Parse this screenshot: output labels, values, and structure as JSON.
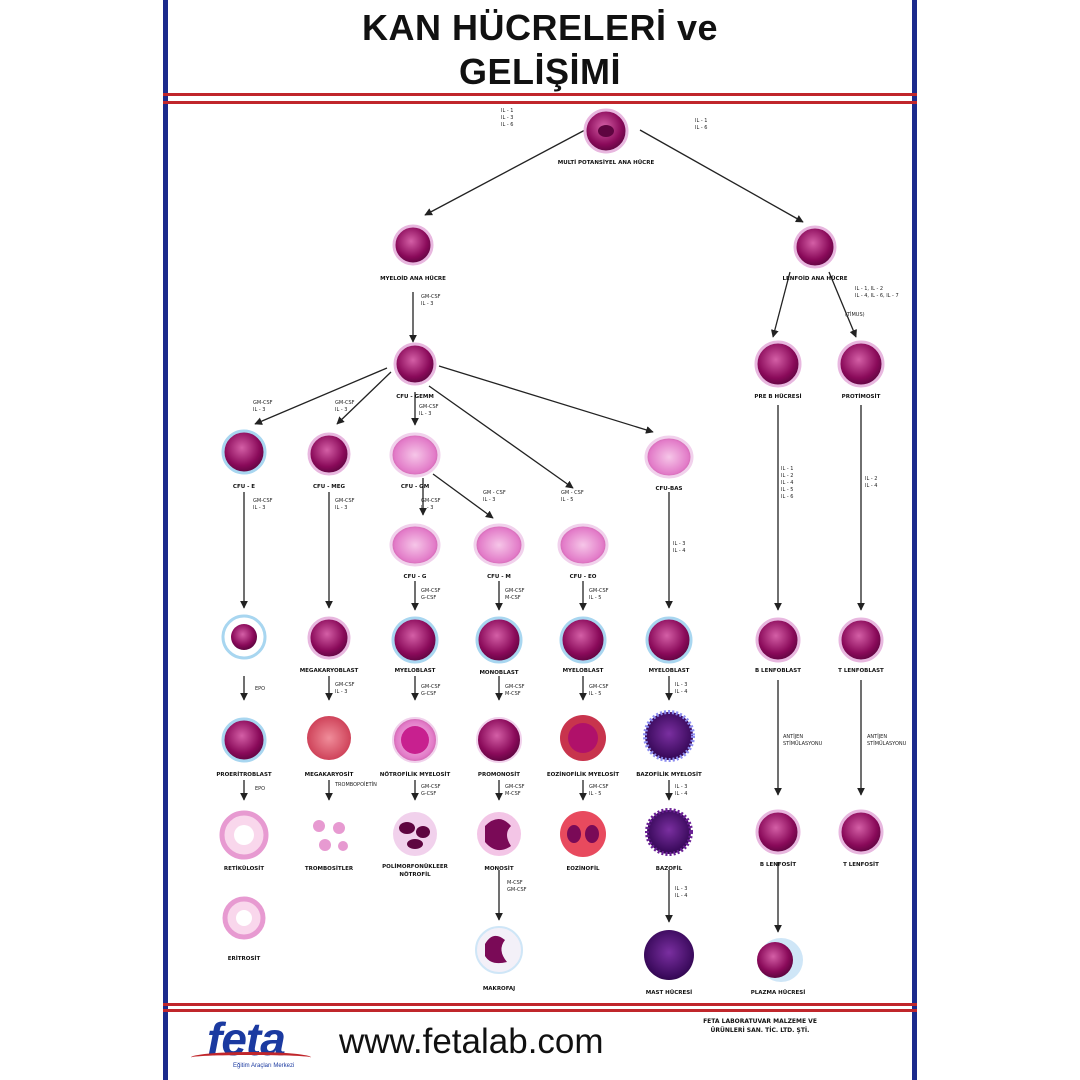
{
  "title": {
    "line1": "KAN HÜCRELERİ ve",
    "line2": "GELİŞİMİ"
  },
  "colors": {
    "frame": "#1b2a8c",
    "stripe": "#c0262b",
    "cell_dark": "#8a0a5a",
    "cell_light": "#e79ad1"
  },
  "cells": {
    "multipotent": "MULTİ POTANSİYEL ANA HÜCRE",
    "myeloid_stem": "MYELOİD ANA HÜCRE",
    "lymphoid_stem": "LENFOİD ANA HÜCRE",
    "cfu_gemm": "CFU - GEMM",
    "cfu_e": "CFU - E",
    "cfu_meg": "CFU - MEG",
    "cfu_gm": "CFU - GM",
    "cfu_eo": "CFU - EO",
    "cfu_bas": "CFU-BAS",
    "cfu_g": "CFU - G",
    "cfu_m": "CFU - M",
    "pre_b": "PRE B HÜCRESİ",
    "protimosit": "PROTİMOSİT",
    "proeritroblast": "PROERİTROBLAST",
    "megakaryoblast": "MEGAKARYOBLAST",
    "myeloblast_1": "MYELOBLAST",
    "monoblast": "MONOBLAST",
    "myeloblast_2": "MYELOBLAST",
    "myeloblast_3": "MYELOBLAST",
    "b_lenfoblast": "B LENFOBLAST",
    "t_lenfoblast": "T LENFOBLAST",
    "retikulosit": "RETİKÜLOSİT",
    "megakaryosit": "MEGAKARYOSİT",
    "notrofilik_myelosit": "NÖTROFİLİK MYELOSİT",
    "promonosit": "PROMONOSİT",
    "eozinofilik_myelosit": "EOZİNOFİLİK MYELOSİT",
    "bazofilik_myelosit": "BAZOFİLİK MYELOSİT",
    "trombositler": "TROMBOSİTLER",
    "polimorfonukleer_1": "POLİMORFONÜKLEER",
    "polimorfonukleer_2": "NÖTROFİL",
    "monosit": "MONOSİT",
    "eozinofil": "EOZİNOFİL",
    "bazofil": "BAZOFİL",
    "b_lenfosit": "B LENFOSİT",
    "t_lenfosit": "T LENFOSİT",
    "eritrosit": "ERİTROSİT",
    "makrofaj": "MAKROFAJ",
    "mast_hucresi": "MAST HÜCRESİ",
    "plazma_hucresi": "PLAZMA HÜCRESİ"
  },
  "factors": {
    "f_top_left": [
      "IL - 1",
      "IL - 3",
      "IL - 6"
    ],
    "f_top_right": [
      "IL - 1",
      "IL - 6"
    ],
    "f_myeloid": [
      "GM-CSF",
      "IL - 3"
    ],
    "f_lymphoid": [
      "IL - 1, IL - 2",
      "IL - 4, IL - 6, IL - 7"
    ],
    "f_timus": [
      "(TİMUS)"
    ],
    "f_cfu_e": [
      "GM-CSF",
      "IL - 3"
    ],
    "f_cfu_meg": [
      "GM-CSF",
      "IL - 3"
    ],
    "f_cfu_gm": [
      "GM-CSF",
      "IL - 3"
    ],
    "f_cfu_m_in": [
      "GM - CSF",
      "IL - 3"
    ],
    "f_cfu_eo_in": [
      "GM - CSF",
      "IL - 5"
    ],
    "f_after_cfu_e": [
      "GM-CSF",
      "IL - 3"
    ],
    "f_after_cfu_meg": [
      "GM-CSF",
      "IL - 3"
    ],
    "f_after_cfu_gm": [
      "GM-CSF",
      "IL - 3"
    ],
    "f_cfu_g": [
      "GM-CSF",
      "G-CSF"
    ],
    "f_cfu_m": [
      "GM-CSF",
      "M-CSF"
    ],
    "f_cfu_eo": [
      "GM-CSF",
      "IL - 5"
    ],
    "f_cfu_bas": [
      "IL - 3",
      "IL - 4"
    ],
    "f_b_lineage": [
      "IL - 1",
      "IL - 2",
      "IL - 4",
      "IL - 5",
      "IL - 6"
    ],
    "f_t_lineage": [
      "IL - 2",
      "IL - 4"
    ],
    "f_epo_1": [
      "EPO"
    ],
    "f_megak": [
      "GM-CSF",
      "IL - 3"
    ],
    "f_myelob_1": [
      "GM-CSF",
      "G-CSF"
    ],
    "f_monob": [
      "GM-CSF",
      "M-CSF"
    ],
    "f_myelob_2": [
      "GM-CSF",
      "IL - 5"
    ],
    "f_myelob_3": [
      "IL - 3",
      "IL - 4"
    ],
    "f_epo_2": [
      "EPO"
    ],
    "f_tromb": [
      "TROMBOPOİETİN"
    ],
    "f_notro": [
      "GM-CSF",
      "G-CSF"
    ],
    "f_promono": [
      "GM-CSF",
      "M-CSF"
    ],
    "f_eozino": [
      "GM-CSF",
      "IL - 5"
    ],
    "f_bazo": [
      "IL - 3",
      "IL - 4"
    ],
    "f_mono_mak": [
      "M-CSF",
      "GM-CSF"
    ],
    "f_bazo_mast": [
      "IL - 3",
      "IL - 4"
    ],
    "f_b_antigen": [
      "ANTİJEN",
      "STİMÜLASYONU"
    ],
    "f_t_antigen": [
      "ANTİJEN",
      "STİMÜLASYONU"
    ]
  },
  "footer": {
    "logo": "feta",
    "logo_sub": "Eğitim Araçları Merkezi",
    "url": "www.fetalab.com",
    "company_line1": "FETA LABORATUVAR MALZEME VE",
    "company_line2": "ÜRÜNLERİ SAN. TİC. LTD. ŞTİ."
  }
}
